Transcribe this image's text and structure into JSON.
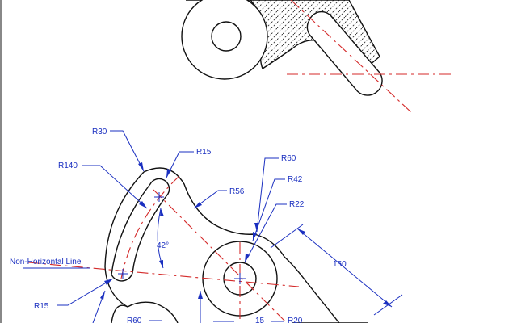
{
  "colors": {
    "object_line": "#111111",
    "center_line": "#d42a2a",
    "dimension": "#1a2fc0",
    "hatch_fill": "#ffffff"
  },
  "labels": {
    "r30": "R30",
    "r15_top": "R15",
    "r140": "R140",
    "r60_top": "R60",
    "r42": "R42",
    "r56": "R56",
    "r22": "R22",
    "angle": "42°",
    "non_horizontal_line": "Non-Horizontal Line",
    "dim_150": "150",
    "r15_bottom": "R15",
    "r60_bottom": "R60",
    "dim_15": "15",
    "r20": "R20"
  }
}
